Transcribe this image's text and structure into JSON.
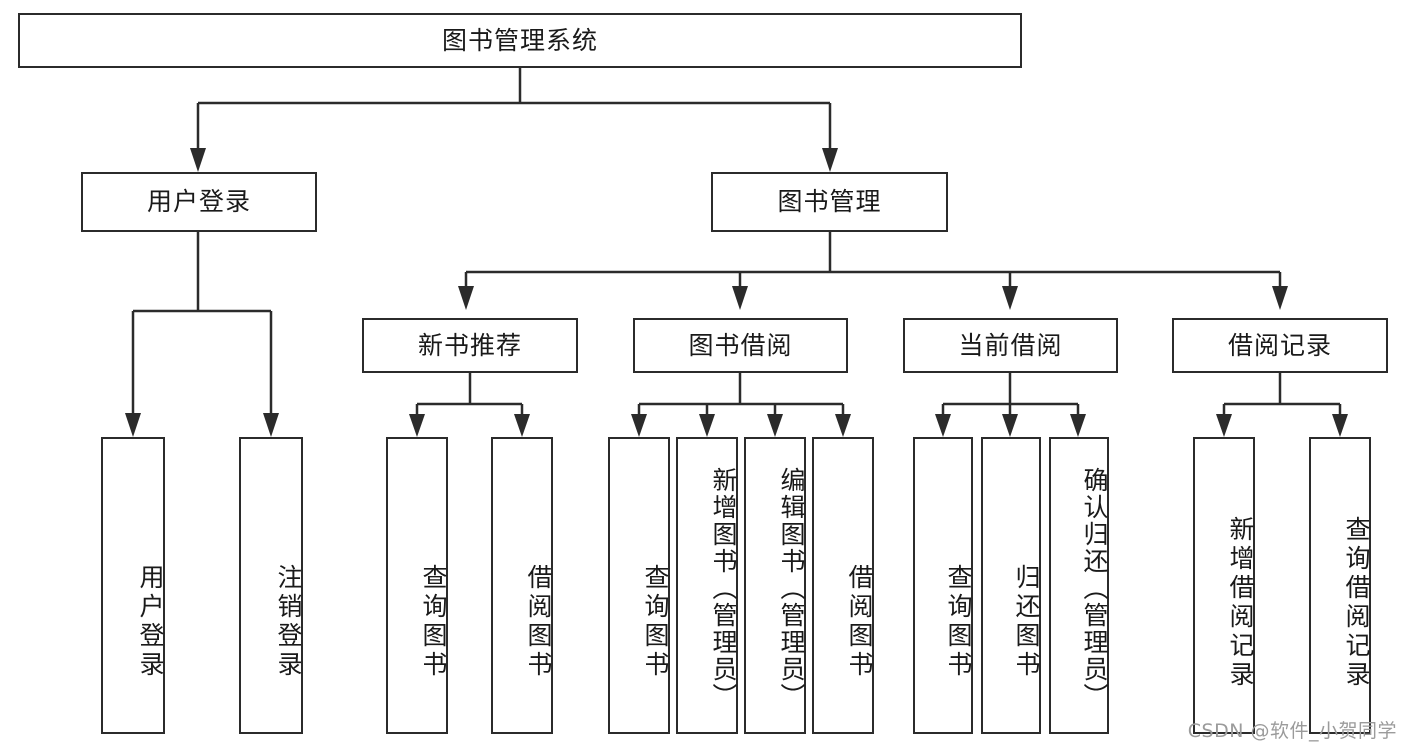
{
  "diagram": {
    "title": "图书管理系统",
    "type": "functional-decomposition-tree",
    "colors": {
      "stroke": "#2b2b2b",
      "fill": "#ffffff",
      "text": "#1a1a1a",
      "watermark": "#9b9b9b"
    },
    "levels": {
      "root": {
        "label": "图书管理系统"
      },
      "level2": [
        {
          "id": "user-login",
          "label": "用户登录"
        },
        {
          "id": "book-management",
          "label": "图书管理"
        }
      ],
      "level3": [
        {
          "id": "new-book-recommend",
          "label": "新书推荐"
        },
        {
          "id": "book-borrow",
          "label": "图书借阅"
        },
        {
          "id": "current-borrow",
          "label": "当前借阅"
        },
        {
          "id": "borrow-record",
          "label": "借阅记录"
        }
      ],
      "leaves": {
        "user_login": [
          {
            "id": "leaf-user-login",
            "label": "用户登录"
          },
          {
            "id": "leaf-logout-login",
            "label": "注销登录"
          }
        ],
        "new_book_recommend": [
          {
            "id": "leaf-query-book-1",
            "label": "查询图书"
          },
          {
            "id": "leaf-borrow-book-1",
            "label": "借阅图书"
          }
        ],
        "book_borrow": [
          {
            "id": "leaf-query-book-2",
            "label": "查询图书"
          },
          {
            "id": "leaf-add-book-admin",
            "label": "新增图书（管理员）"
          },
          {
            "id": "leaf-edit-book-admin",
            "label": "编辑图书（管理员）"
          },
          {
            "id": "leaf-borrow-book-2",
            "label": "借阅图书"
          }
        ],
        "current_borrow": [
          {
            "id": "leaf-query-book-3",
            "label": "查询图书"
          },
          {
            "id": "leaf-return-book",
            "label": "归还图书"
          },
          {
            "id": "leaf-confirm-return-admin",
            "label": "确认归还（管理员）"
          }
        ],
        "borrow_record": [
          {
            "id": "leaf-add-borrow-record",
            "label": "新增借阅记录"
          },
          {
            "id": "leaf-query-borrow-record",
            "label": "查询借阅记录"
          }
        ]
      }
    },
    "watermark": "CSDN @软件_小贺同学"
  }
}
